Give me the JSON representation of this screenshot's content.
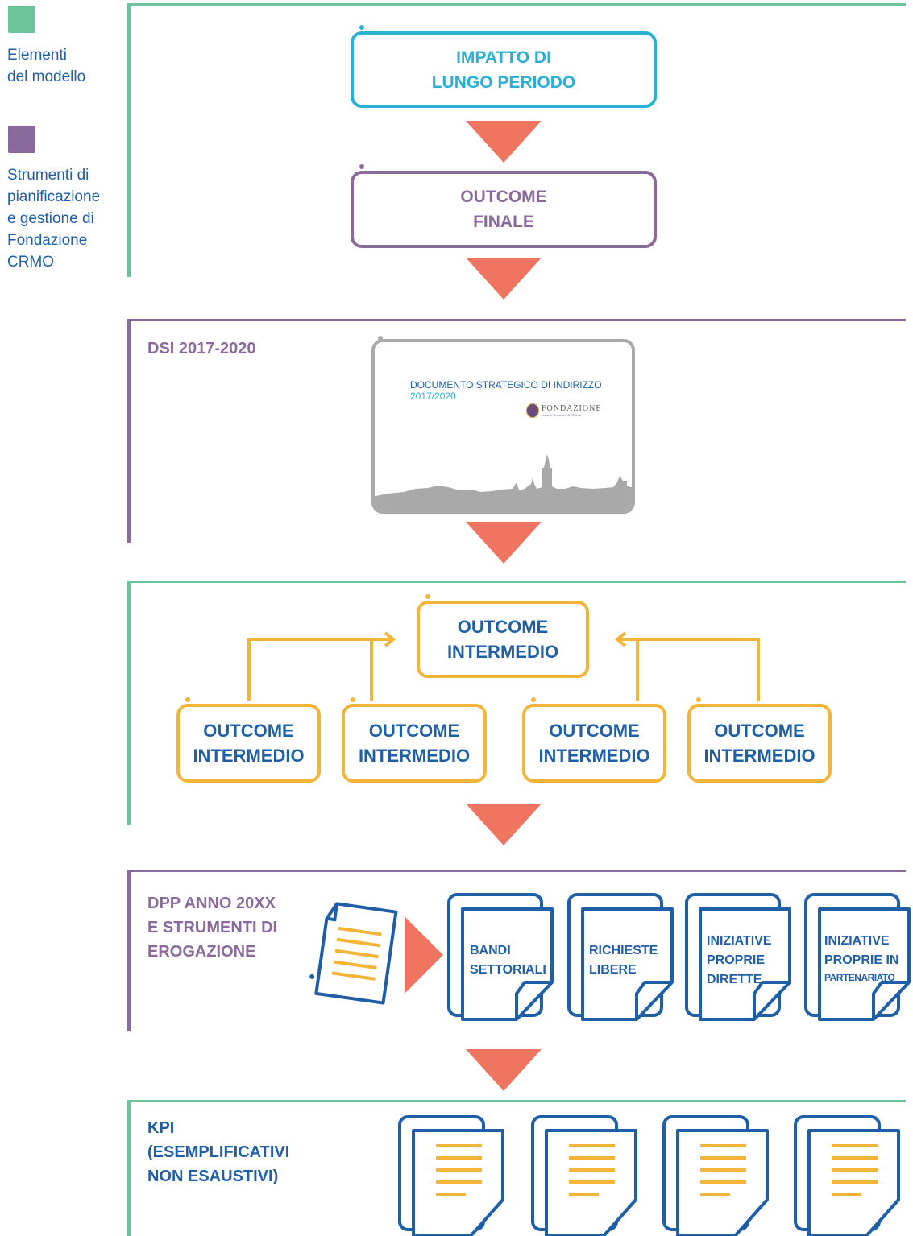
{
  "colors": {
    "model_green": "#6cc49c",
    "planning_purple": "#8a6a9c",
    "cyan": "#29b0d6",
    "arrow_salmon": "#f07560",
    "orange": "#f4b43a",
    "blue": "#1f5fa8",
    "gray": "#a9a9a9"
  },
  "legend": {
    "model": "Elementi\ndel modello",
    "planning": "Strumenti di\npianificazione\ne gestione di\nFondazione\nCRMO"
  },
  "top": {
    "impact": "IMPATTO DI\nLUNGO PERIODO",
    "final": "OUTCOME\nFINALE"
  },
  "dsi": {
    "title": "DSI 2017-2020",
    "doc_title": "DOCUMENTO STRATEGICO DI INDIRIZZO",
    "doc_years": "2017/2020",
    "logo_name": "FONDAZIONE",
    "logo_sub": "Cassa di Risparmio di Modena"
  },
  "intermediate": {
    "center": "OUTCOME\nINTERMEDIO",
    "boxes": [
      "OUTCOME\nINTERMEDIO",
      "OUTCOME\nINTERMEDIO",
      "OUTCOME\nINTERMEDIO",
      "OUTCOME\nINTERMEDIO"
    ]
  },
  "dpp": {
    "title": "DPP ANNO 20XX\nE STRUMENTI DI\nEROGAZIONE",
    "docs": [
      "BANDI\nSETTORIALI",
      "RICHIESTE\nLIBERE",
      "INIZIATIVE\nPROPRIE\nDIRETTE",
      "INIZIATIVE\nPROPRIE IN"
    ],
    "docs_extra": "PARTENARIATO"
  },
  "kpi": {
    "title": "KPI\n(ESEMPLIFICATIVI\nNON ESAUSTIVI)"
  }
}
